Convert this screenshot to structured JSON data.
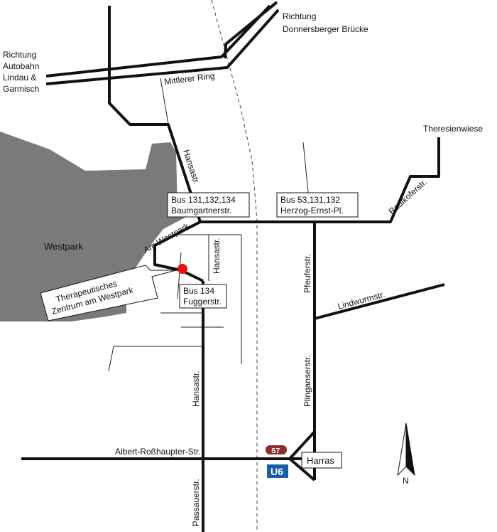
{
  "directions": {
    "donnersberger_1": "Richtung",
    "donnersberger_2": "Donnersberger Brücke",
    "autobahn_1": "Richtung",
    "autobahn_2": "Autobahn",
    "autobahn_3": "Lindau &",
    "autobahn_4": "Garmisch",
    "theresienwiese": "Theresienwiese"
  },
  "streets": {
    "mittlerer_ring": "Mittlerer Ring",
    "hansastr_north": "Hansastr.",
    "am_westpark": "Am Westpark",
    "hansastr_mid": "Hansastr.",
    "hansastr_south": "Hansastr.",
    "passauerstr": "Passauerstr.",
    "pfeuferstr": "Pfeuferstr.",
    "plinganserstr": "Plinganserstr.",
    "lindwurmstr": "Lindwurmstr.",
    "radlkoferstr": "Radlkoferstr.",
    "albert_rosshaupter": "Albert-Roßhaupter-Str."
  },
  "areas": {
    "westpark": "Westpark"
  },
  "stops": {
    "baumgartner_line1": "Bus 131,132,134",
    "baumgartner_line2": "Baumgartnerstr.",
    "herzog_line1": "Bus 53,131,132",
    "herzog_line2": "Herzog-Ernst-Pl.",
    "fugger_line1": "Bus 134",
    "fugger_line2": "Fuggerstr.",
    "harras": "Harras"
  },
  "destination": {
    "line1": "Therapeutisches",
    "line2": "Zentrum am Westpark"
  },
  "transit": {
    "s_badge": "S7",
    "u_badge": "U6"
  },
  "north": "N",
  "colors": {
    "park": "#7a7a7a",
    "road": "#111111",
    "marker": "#ee1111",
    "s_bahn": "#8b2f2f",
    "u_bahn": "#1a5fa6"
  }
}
